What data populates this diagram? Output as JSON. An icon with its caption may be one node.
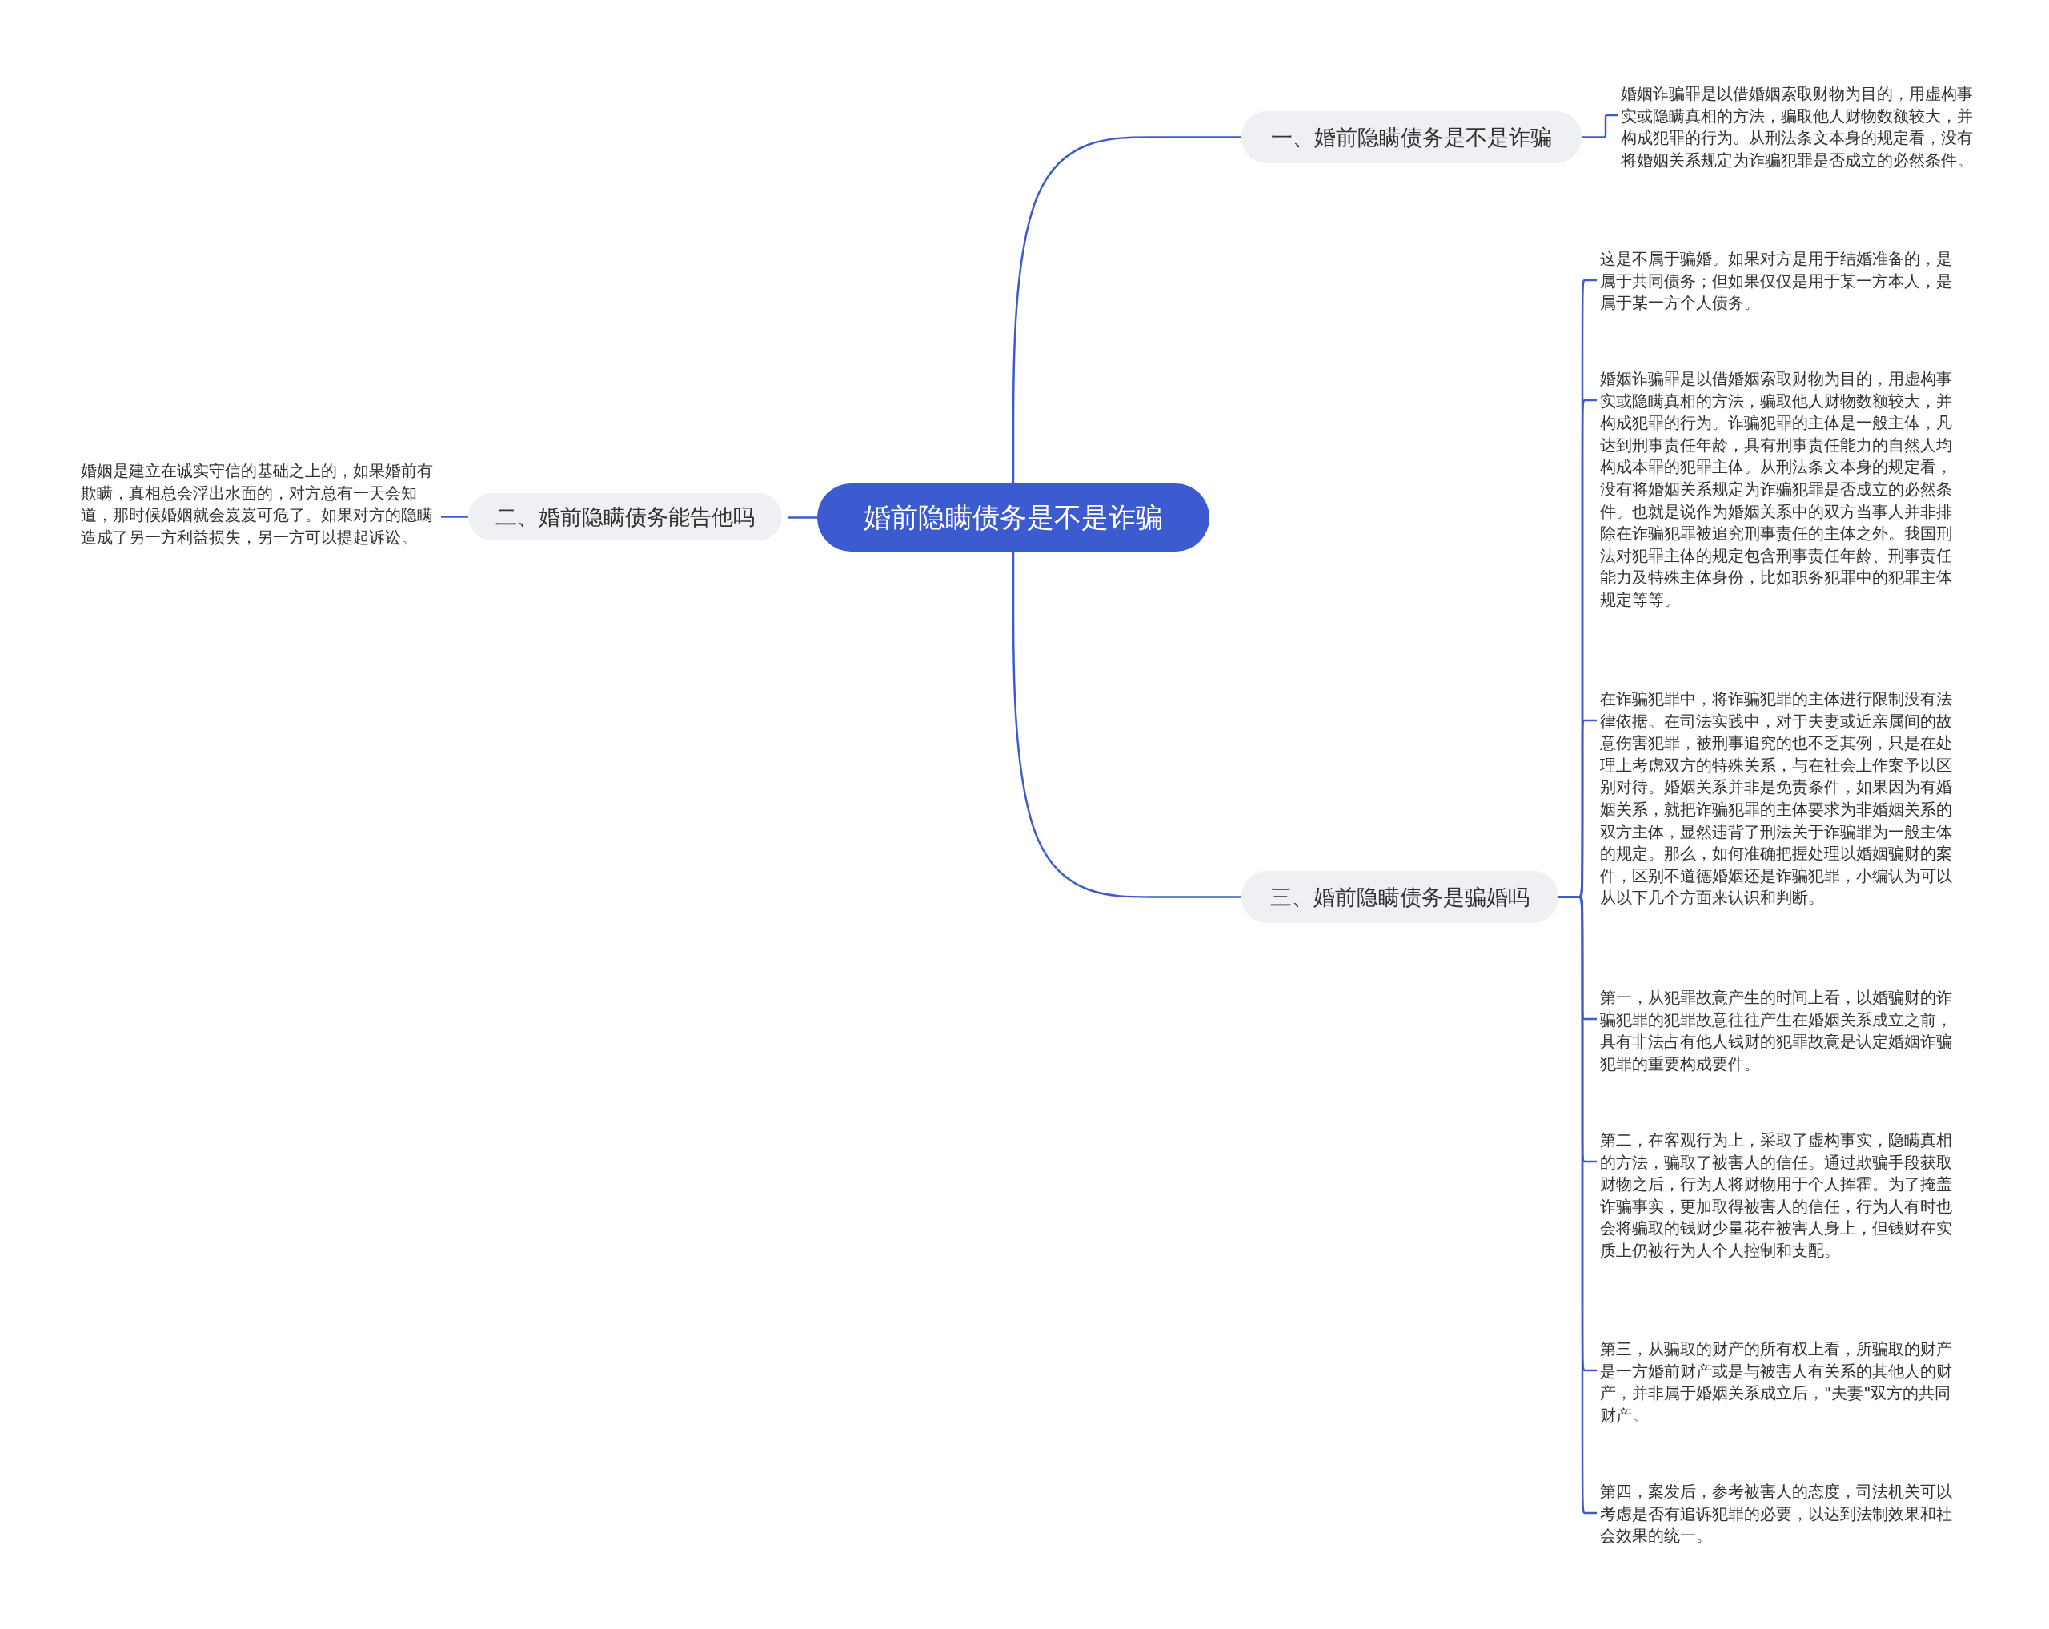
{
  "diagram": {
    "nodes": [
      {
        "text": [
          "婚前隐瞒债务是不是诈骗"
        ]
      },
      {
        "text": [
          "一、婚前隐瞒债务是不是诈骗"
        ]
      },
      {
        "text": [
          "婚姻诈骗罪是以借婚姻索取财物为目的，用虚构事实或隐瞒真相的方法，骗取他人财物数额较大，并构成犯罪的行为。从刑法条文本身的规定看，没有将婚姻关系规定为诈骗犯罪是否成立的必然条件。"
        ]
      },
      {
        "text": [
          "二、婚前隐瞒债务能告他吗"
        ]
      },
      {
        "text": [
          "婚姻是建立在诚实守信的基础之上的，如果婚前有欺瞒，真相总会浮出水面的，对方总有一天会知道，那时候婚姻就会岌岌可危了。如果对方的隐瞒造成了另一方利益损失，另一方可以提起诉讼。"
        ]
      },
      {
        "text": [
          "三、婚前隐瞒债务是骗婚吗"
        ]
      },
      {
        "text": [
          "这是不属于骗婚。如果对方是用于结婚准备的，是属于共同债务；但如果仅仅是用于某一方本人，是属于某一方个人债务。"
        ]
      },
      {
        "text": [
          "婚姻诈骗罪是以借婚姻索取财物为目的，用虚构事实或隐瞒真相的方法，骗取他人财物数额较大，并构成犯罪的行为。诈骗犯罪的主体是一般主体，凡达到刑事责任年龄，具有刑事责任能力的自然人均构成本罪的犯罪主体。从刑法条文本身的规定看，没有将婚姻关系规定为诈骗犯罪是否成立的必然条件。也就是说作为婚姻关系中的双方当事人并非排除在诈骗犯罪被追究刑事责任的主体之外。我国刑法对犯罪主体的规定包含刑事责任年龄、刑事责任能力及特殊主体身份，比如职务犯罪中的犯罪主体规定等等。"
        ]
      },
      {
        "text": [
          "在诈骗犯罪中，将诈骗犯罪的主体进行限制没有法律依据。在司法实践中，对于夫妻或近亲属间的故意伤害犯罪，被刑事追究的也不乏其例，只是在处理上考虑双方的特殊关系，与在社会上作案予以区别对待。婚姻关系并非是免责条件，如果因为有婚姻关系，就把诈骗犯罪的主体要求为非婚姻关系的双方主体，显然违背了刑法关于诈骗罪为一般主体的规定。那么，如何准确把握处理以婚姻骗财的案件，区别不道德婚姻还是诈骗犯罪，小编认为可以从以下几个方面来认识和判断。"
        ]
      },
      {
        "text": [
          "第一，从犯罪故意产生的时间上看，以婚骗财的诈骗犯罪的犯罪故意往往产生在婚姻关系成立之前，具有非法占有他人钱财的犯罪故意是认定婚姻诈骗犯罪的重要构成要件。"
        ]
      },
      {
        "text": [
          "第二，在客观行为上，采取了虚构事实，隐瞒真相的方法，骗取了被害人的信任。通过欺骗手段获取财物之后，行为人将财物用于个人挥霍。为了掩盖诈骗事实，更加取得被害人的信任，行为人有时也会将骗取的钱财少量花在被害人身上，但钱财在实质上仍被行为人个人控制和支配。"
        ]
      },
      {
        "text": [
          "第三，从骗取的财产的所有权上看，所骗取的财产是一方婚前财产或是与被害人有关系的其他人的财产，并非属于婚姻关系成立后，\"夫妻\"双方的共同财产。"
        ]
      },
      {
        "text": [
          "第四，案发后，参考被害人的态度，司法机关可以考虑是否有追诉犯罪的必要，以达到法制效果和社会效果的统一。"
        ]
      }
    ],
    "edges": [
      {
        "from": 0,
        "to": 1,
        "arrow": "none"
      },
      {
        "from": 1,
        "to": 2,
        "arrow": "none"
      },
      {
        "from": 0,
        "to": 3,
        "arrow": "none"
      },
      {
        "from": 3,
        "to": 4,
        "arrow": "none"
      },
      {
        "from": 0,
        "to": 5,
        "arrow": "none"
      },
      {
        "from": 5,
        "to": 6,
        "arrow": "none"
      },
      {
        "from": 5,
        "to": 7,
        "arrow": "none"
      },
      {
        "from": 5,
        "to": 8,
        "arrow": "none"
      },
      {
        "from": 5,
        "to": 9,
        "arrow": "none"
      },
      {
        "from": 5,
        "to": 10,
        "arrow": "none"
      },
      {
        "from": 5,
        "to": 11,
        "arrow": "none"
      },
      {
        "from": 5,
        "to": 12,
        "arrow": "none"
      }
    ]
  }
}
